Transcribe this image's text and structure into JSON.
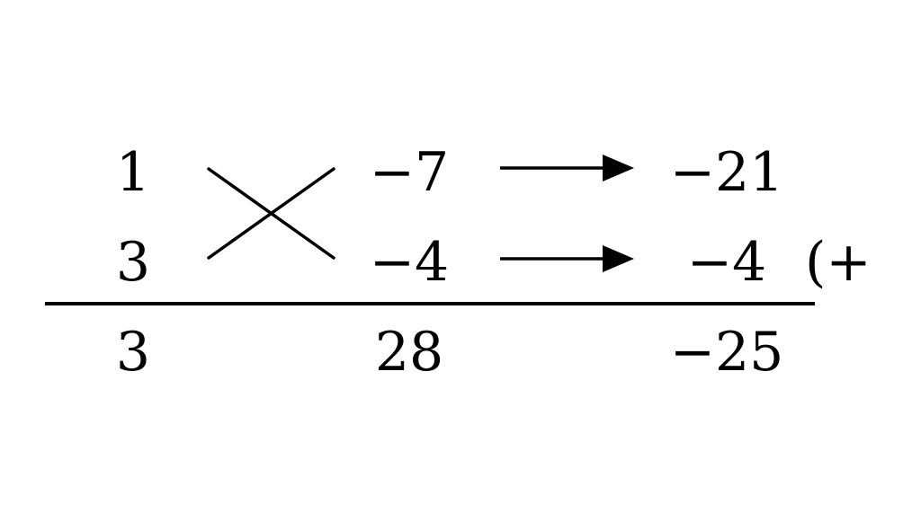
{
  "diagram": {
    "row1": {
      "coef": "1",
      "const": "−7",
      "product": "−21"
    },
    "row2": {
      "coef": "3",
      "const": "−4",
      "product": "−4",
      "operation": "(+"
    },
    "result": {
      "coef": "3",
      "const": "28",
      "product": "−25"
    }
  },
  "colors": {
    "ink": "#000000",
    "background": "#ffffff"
  },
  "icons": {
    "cross": "cross-multiply-icon",
    "arrow": "right-arrow-icon"
  }
}
